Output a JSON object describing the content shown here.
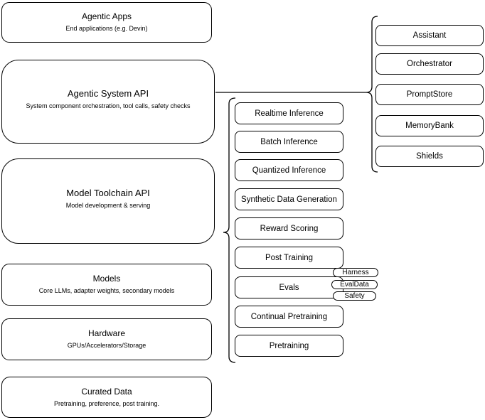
{
  "diagram": {
    "left_stack": [
      {
        "title": "Agentic Apps",
        "subtitle": "End applications (e.g. Devin)"
      },
      {
        "title": "Agentic System API",
        "subtitle": "System component orchestration, tool calls, safety checks"
      },
      {
        "title": "Model Toolchain API",
        "subtitle": "Model development & serving"
      },
      {
        "title": "Models",
        "subtitle": "Core LLMs, adapter weights, secondary models"
      },
      {
        "title": "Hardware",
        "subtitle": "GPUs/Accelerators/Storage"
      },
      {
        "title": "Curated Data",
        "subtitle": "Pretraining, preference, post training."
      }
    ],
    "toolchain_stack": [
      "Realtime Inference",
      "Batch Inference",
      "Quantized Inference",
      "Synthetic Data Generation",
      "Reward Scoring",
      "Post Training",
      "Evals",
      "Continual Pretraining",
      "Pretraining"
    ],
    "evals_tags": [
      "Harness",
      "EvalData",
      "Safety"
    ],
    "system_components": [
      "Assistant",
      "Orchestrator",
      "PromptStore",
      "MemoryBank",
      "Shields"
    ],
    "colors": {
      "stroke": "#000000",
      "fill": "#ffffff",
      "text": "#000000"
    }
  }
}
